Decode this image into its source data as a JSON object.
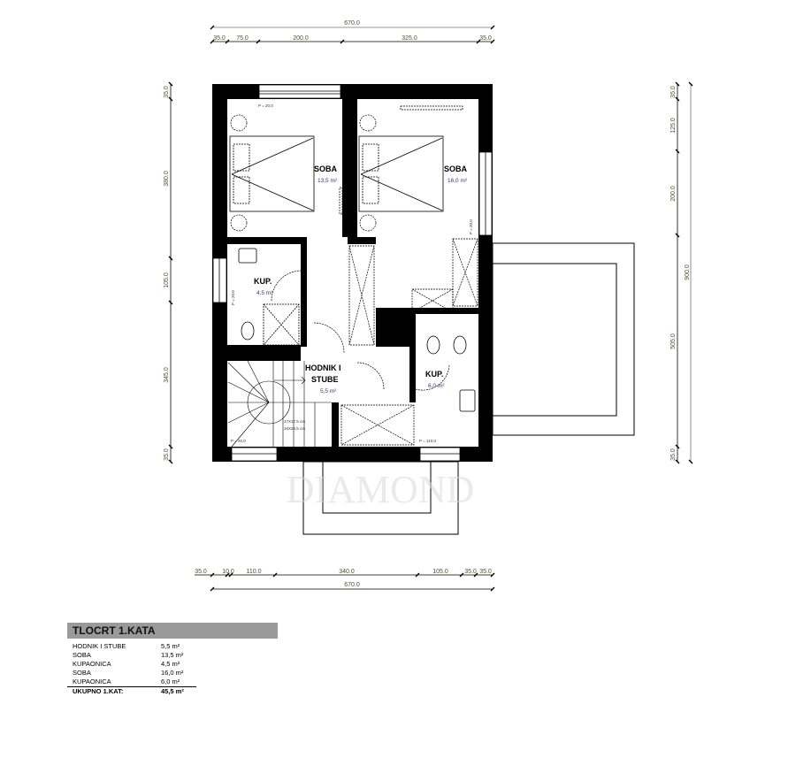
{
  "plan": {
    "dimensions": {
      "top_total": "670.0",
      "top_segments": [
        "35.0",
        "75.0",
        "200.0",
        "325.0",
        "35.0"
      ],
      "bottom_segments": [
        "35.0",
        "10.0",
        "110.0",
        "340.0",
        "105.0",
        "35.0",
        "35.0"
      ],
      "bottom_total": "670.0",
      "left_segments": [
        "35.0",
        "380.0",
        "105.0",
        "345.0",
        "35.0"
      ],
      "right_segments": [
        "35.0",
        "125.0",
        "200.0",
        "505.0",
        "35.0"
      ],
      "right_total": "900.0"
    },
    "rooms": [
      {
        "name": "SOBA",
        "area": "13,5 m²"
      },
      {
        "name": "SOBA",
        "area": "16,0 m²"
      },
      {
        "name": "KUP.",
        "area": "4,5 m²"
      },
      {
        "name": "HODNIK I",
        "name2": "STUBE",
        "area": "5,5 m²"
      },
      {
        "name": "KUP.",
        "area": "6,0 m²"
      }
    ],
    "notes": {
      "p1": "P = 20,0",
      "p2": "P = 20,0",
      "p3": "P = 20,0",
      "p4": "P = 20,0",
      "p5": "P = 110,0",
      "stair1": "17X17,5 cm",
      "stair2": "16X26,5 cm"
    },
    "watermark": "DIAMOND"
  },
  "legend": {
    "title": "TLOCRT 1.KATA",
    "rows": [
      {
        "name": "HODNIK I STUBE",
        "area": "5,5 m²"
      },
      {
        "name": "SOBA",
        "area": "13,5 m²"
      },
      {
        "name": "KUPAONICA",
        "area": "4,5 m²"
      },
      {
        "name": "SOBA",
        "area": "16,0 m²"
      },
      {
        "name": "KUPAONICA",
        "area": "6,0 m²"
      }
    ],
    "total": {
      "name": "UKUPNO 1.KAT:",
      "area": "45,5 m²"
    }
  }
}
